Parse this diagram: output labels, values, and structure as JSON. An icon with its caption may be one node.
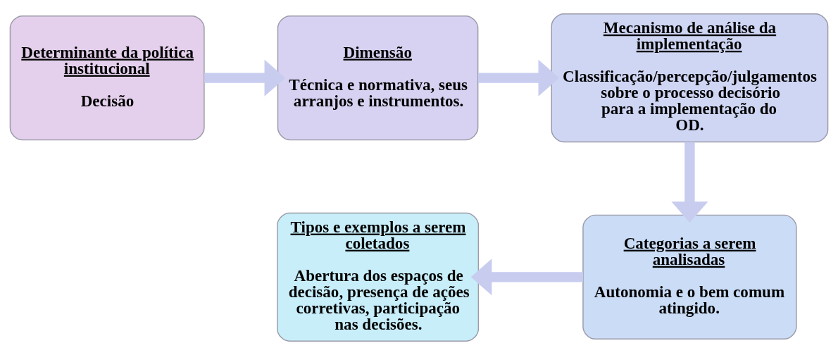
{
  "diagram": {
    "nodes": [
      {
        "text": [
          "Determinante da política institucional",
          "Decisão"
        ]
      },
      {
        "text": [
          "Dimensão",
          "Técnica e normativa, seus arranjos e instrumentos."
        ]
      },
      {
        "text": [
          "Mecanismo de análise da implementação",
          "Classificação/percepção/julgamentos sobre o processo decisório para a implementação do OD."
        ]
      },
      {
        "text": [
          "Categorias a serem analisadas",
          "Autonomia e o bem comum atingido."
        ]
      },
      {
        "text": [
          "Tipos e exemplos a serem coletados",
          "Abertura dos espaços de decisão, presença de ações corretivas, participação nas decisões."
        ]
      }
    ],
    "edges": [
      {
        "from": 0,
        "to": 1,
        "arrow": "to"
      },
      {
        "from": 1,
        "to": 2,
        "arrow": "to"
      },
      {
        "from": 2,
        "to": 3,
        "arrow": "to"
      },
      {
        "from": 3,
        "to": 4,
        "arrow": "to"
      }
    ]
  }
}
